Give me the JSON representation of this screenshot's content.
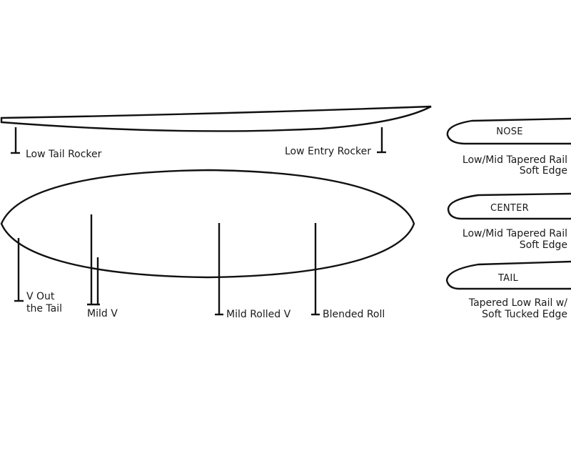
{
  "rocker": {
    "tail_label": "Low Tail Rocker",
    "entry_label": "Low Entry Rocker"
  },
  "bottom": {
    "v_tail_label_line1": "V Out",
    "v_tail_label_line2": "the Tail",
    "mild_v_label": "Mild V",
    "mild_rolled_v_label": "Mild Rolled V",
    "blended_roll_label": "Blended Roll"
  },
  "rails": [
    {
      "name": "NOSE",
      "desc_line1": "Low/Mid Tapered Rail",
      "desc_line2": "Soft Edge"
    },
    {
      "name": "CENTER",
      "desc_line1": "Low/Mid Tapered Rail",
      "desc_line2": "Soft Edge"
    },
    {
      "name": "TAIL",
      "desc_line1": "Tapered Low Rail w/",
      "desc_line2": "Soft Tucked Edge"
    }
  ],
  "colors": {
    "stroke": "#111111",
    "text": "#1a1a1a"
  }
}
